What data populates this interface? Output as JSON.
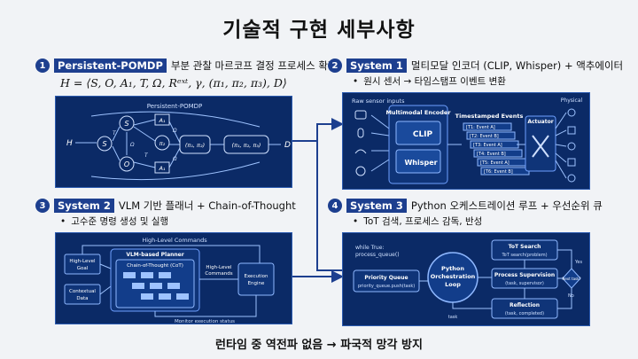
{
  "title": "기술적 구현 세부사항",
  "footer": "런타임 중 역전파 없음 → 파국적 망각 방지",
  "colors": {
    "panel": "#0b2a66",
    "accent": "#1d3f8f",
    "line": "#9ec3ff",
    "text": "#ffffff"
  },
  "s1": {
    "num": "1",
    "tag": "Persistent-POMDP",
    "desc": "부분 관찰 마르코프 결정 프로세스 확장",
    "formula": "H = ⟨S, O, A₁, T, Ω, Rᵉˣᵗ, γ, (π₁, π₂, π₃), D⟩",
    "panel": {
      "title": "Persistent-POMDP",
      "in": "H",
      "out": "D",
      "nodes": {
        "s1": "S",
        "s2": "S",
        "s3": "S",
        "o": "O",
        "a1a": "A₁",
        "a1b": "A₁",
        "pi2": "π₂",
        "omega": "Ω",
        "pi12": "(π₁, π₂)",
        "pi123": "(π₁, π₂, π₃)"
      },
      "edge_labels": {
        "t1": "T",
        "t2": "T",
        "om1": "Ω",
        "om2": "Ω"
      }
    }
  },
  "s2": {
    "num": "2",
    "tag": "System 1",
    "desc": "멀티모달 인코더 (CLIP, Whisper) + 액추에이터",
    "bullet": "원시 센서 → 타임스탬프 이벤트 변환",
    "panel": {
      "raw": "Raw sensor inputs",
      "encoder": "Multimodal Encoder",
      "clip": "CLIP",
      "whisper": "Whisper",
      "events_title": "Timestamped Events",
      "events": [
        "[T1: Event A]",
        "[T2: Event B]",
        "[T3: Event A]",
        "[T4: Event B]",
        "[T5: Event A]",
        "[T6: Event B]"
      ],
      "actuator": "Actuator",
      "physical": "Physical"
    }
  },
  "s3": {
    "num": "3",
    "tag": "System 2",
    "desc": "VLM 기반 플래너 + Chain-of-Thought",
    "bullet": "고수준 명령 생성 및 실행",
    "panel": {
      "hlc_top": "High-Level Commands",
      "goal": [
        "High-Level",
        "Goal"
      ],
      "ctx": [
        "Contextual",
        "Data"
      ],
      "planner": "VLM-based Planner",
      "cot": "Chain-of-Thought (CoT)",
      "hlc_mid": [
        "High-Level",
        "Commands"
      ],
      "engine": [
        "Execution",
        "Engine"
      ],
      "monitor": "Monitor execution status"
    }
  },
  "s4": {
    "num": "4",
    "tag": "System 3",
    "desc": "Python 오케스트레이션 루프 + 우선순위 큐",
    "bullet": "ToT 검색, 프로세스 감독, 반성",
    "panel": {
      "code": [
        "while True:",
        "  process_queue()"
      ],
      "pq": "Priority Queue",
      "pq_sub": "priority_queue.push(task)",
      "loop": [
        "Python",
        "Orchestration",
        "Loop"
      ],
      "tot": "ToT Search",
      "tot_sub": "ToT search(problem)",
      "ps": "Process Supervision",
      "ps_sub": "(task, supervisor)",
      "refl": "Reflection",
      "refl_sub": "(task, completed)",
      "decision": "Next task?",
      "yes": "Yes",
      "no": "No",
      "task": "task"
    }
  }
}
